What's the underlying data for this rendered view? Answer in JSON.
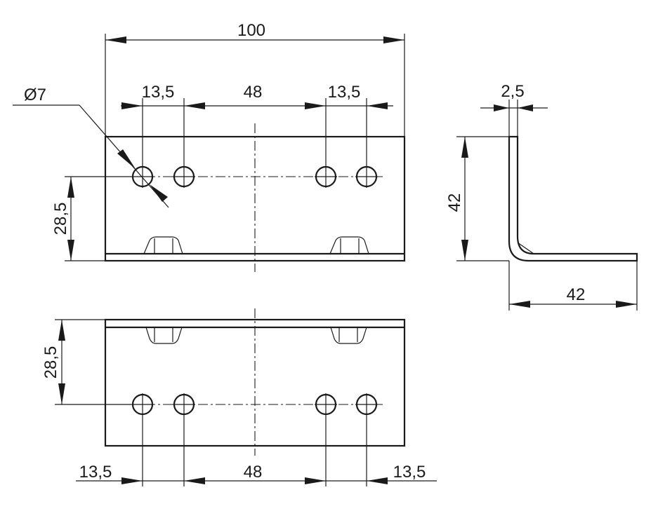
{
  "dimensions": {
    "top_view": {
      "overall_width": "100",
      "hole_diameter": "Ø7",
      "edge_to_hole_left": "13,5",
      "hole_spacing": "48",
      "edge_to_hole_right": "13,5",
      "hole_height": "28,5"
    },
    "bottom_view": {
      "hole_height": "28,5",
      "edge_to_hole_left": "13,5",
      "hole_spacing": "48",
      "edge_to_hole_right": "13,5"
    },
    "side_view": {
      "thickness": "2,5",
      "height": "42",
      "length": "42"
    }
  },
  "colors": {
    "line": "#1a1a1a",
    "background": "#ffffff"
  }
}
